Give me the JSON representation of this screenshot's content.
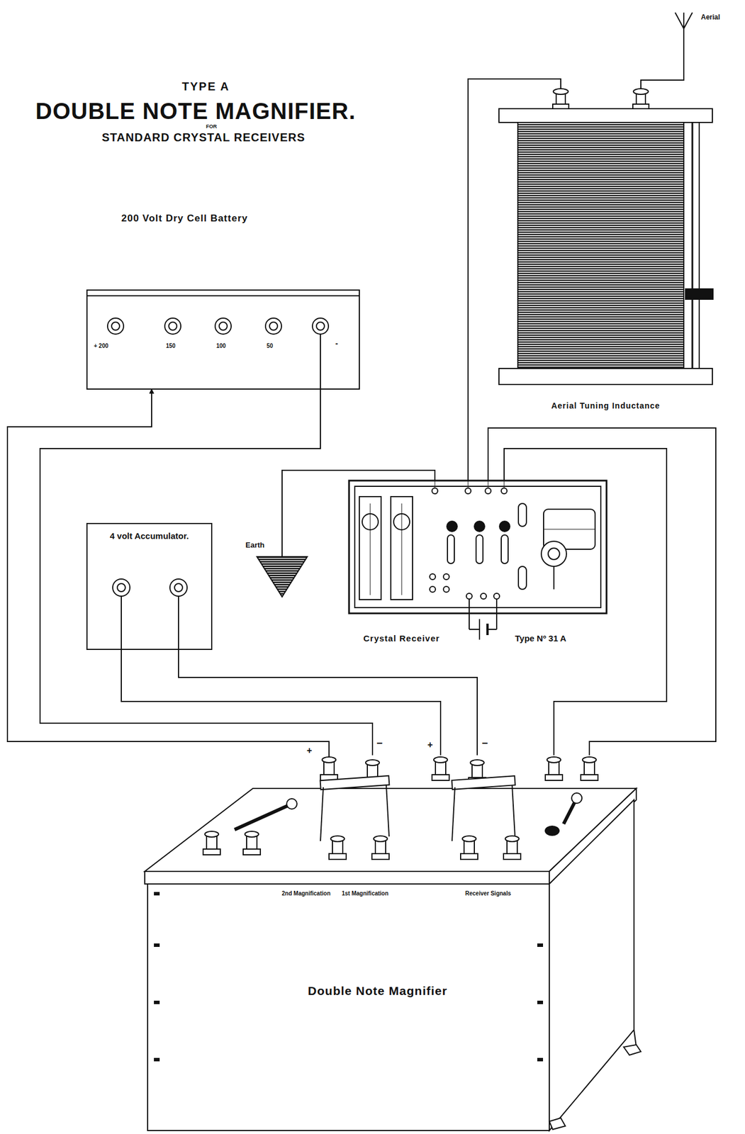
{
  "diagram": {
    "title": "DOUBLE NOTE MAGNIFIER.",
    "nodes": [
      {
        "text": [
          "200 Volt Dry Cell Battery",
          "+ 200",
          "150",
          "100",
          "50",
          "-"
        ]
      },
      {
        "text": [
          "Aerial"
        ]
      },
      {
        "text": [
          "Aerial Tuning Inductance"
        ]
      },
      {
        "text": [
          "4 volt Accumulator."
        ]
      },
      {
        "text": [
          "Earth"
        ]
      },
      {
        "text": [
          "Crystal Receiver",
          "Type Nº 31 A"
        ]
      },
      {
        "text": [
          "2nd Magnification",
          "1st Magnification",
          "Receiver Signals",
          "Double Note Magnifier"
        ]
      }
    ],
    "edges": [
      {
        "from": 1,
        "to": 2,
        "arrow": "none"
      },
      {
        "from": 2,
        "to": 5,
        "arrow": "none"
      },
      {
        "from": 4,
        "to": 5,
        "arrow": "none"
      },
      {
        "from": 5,
        "to": 6,
        "arrow": "none"
      },
      {
        "from": 5,
        "to": 6,
        "arrow": "none"
      },
      {
        "from": 6,
        "to": 0,
        "arrow": "to"
      },
      {
        "from": 0,
        "to": 6,
        "arrow": "none"
      },
      {
        "from": 3,
        "to": 6,
        "arrow": "none"
      },
      {
        "from": 3,
        "to": 6,
        "arrow": "none"
      }
    ],
    "labels": [
      "TYPE A",
      "FOR",
      "STANDARD CRYSTAL RECEIVERS",
      "+",
      "−",
      "+",
      "−"
    ]
  }
}
